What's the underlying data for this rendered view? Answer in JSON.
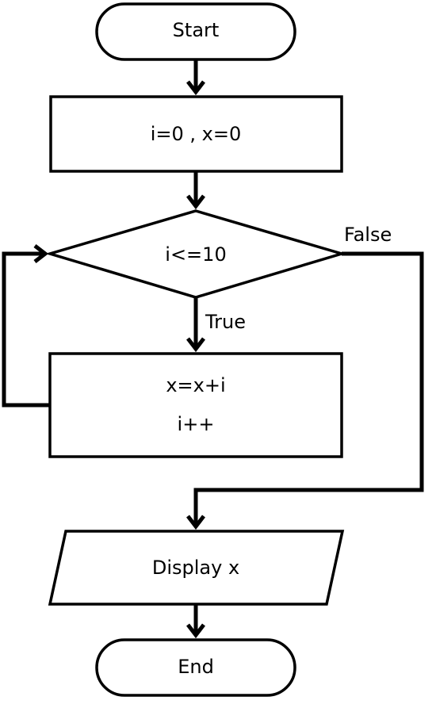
{
  "diagram": {
    "nodes": {
      "start": {
        "shape": "terminal",
        "text": "Start"
      },
      "init": {
        "shape": "process",
        "text": "i=0 , x=0"
      },
      "condition": {
        "shape": "decision",
        "text": "i<=10"
      },
      "loop_body": {
        "shape": "process",
        "lines": [
          "x=x+i",
          "i++"
        ]
      },
      "output": {
        "shape": "input-output",
        "text": "Display x"
      },
      "end": {
        "shape": "terminal",
        "text": "End"
      }
    },
    "edges": [
      {
        "from": "start",
        "to": "init",
        "label": ""
      },
      {
        "from": "init",
        "to": "condition",
        "label": ""
      },
      {
        "from": "condition",
        "to": "loop_body",
        "label": "True"
      },
      {
        "from": "loop_body",
        "to": "condition",
        "label": ""
      },
      {
        "from": "condition",
        "to": "output",
        "label": "False"
      },
      {
        "from": "output",
        "to": "end",
        "label": ""
      }
    ],
    "edge_labels": {
      "true_label": "True",
      "false_label": "False"
    },
    "colors": {
      "stroke": "#000000",
      "fill": "#ffffff",
      "text": "#000000"
    }
  }
}
